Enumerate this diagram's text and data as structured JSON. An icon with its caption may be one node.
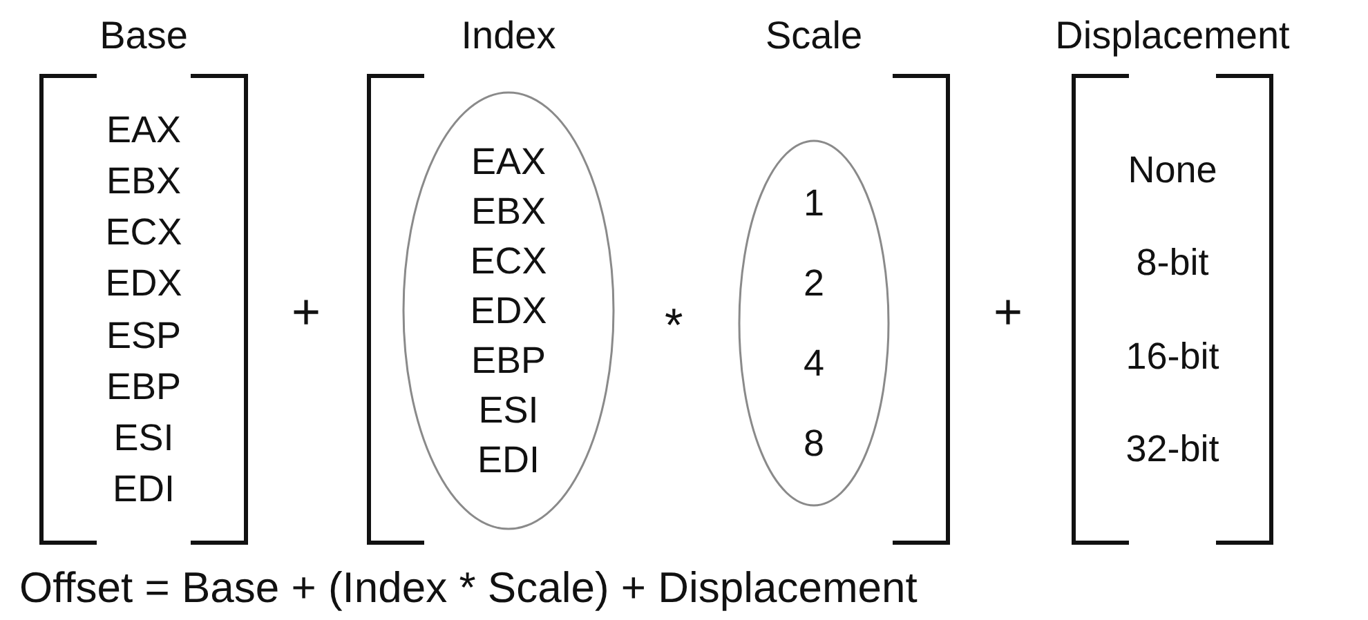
{
  "diagram": {
    "caption": "Offset = Base + (Index * Scale) + Displacement",
    "nodes": [
      {
        "text": [
          "Base",
          "EAX",
          "EBX",
          "ECX",
          "EDX",
          "ESP",
          "EBP",
          "ESI",
          "EDI"
        ]
      },
      {
        "text": [
          "*"
        ]
      },
      {
        "text": [
          "Index",
          "EAX",
          "EBX",
          "ECX",
          "EDX",
          "EBP",
          "ESI",
          "EDI"
        ],
        "in": 1
      },
      {
        "text": [
          "Scale",
          "1",
          "2",
          "4",
          "8"
        ],
        "in": 1
      },
      {
        "text": [
          "Displacement",
          "None",
          "8-bit",
          "16-bit",
          "32-bit"
        ]
      }
    ],
    "labels": [
      "+",
      "+"
    ]
  }
}
